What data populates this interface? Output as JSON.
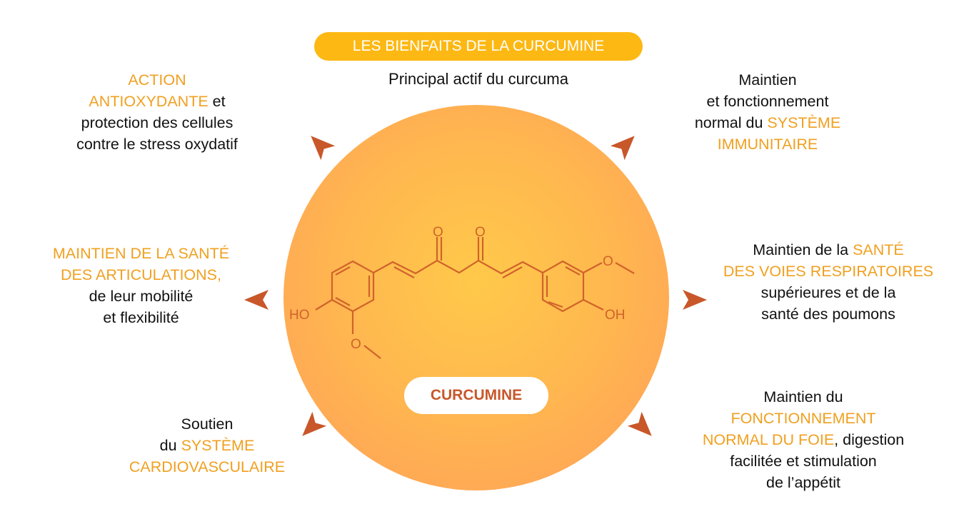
{
  "header": {
    "title": "LES BIENFAITS DE LA CURCUMINE",
    "subtitle": "Principal actif du curcuma"
  },
  "center": {
    "label": "CURCUMINE",
    "molecule_labels": {
      "o1": "O",
      "o2": "O",
      "ho_left": "HO",
      "oh_right": "OH",
      "ome_left": "O",
      "ome_right": "O"
    }
  },
  "colors": {
    "accent": "#f0a020",
    "banner": "#fdb813",
    "arrow": "#c8572a"
  },
  "benefits": {
    "top_left": {
      "l1": "ACTION",
      "l2a": "ANTIOXYDANTE",
      "l2b": " et",
      "l3": "protection des cellules",
      "l4": "contre le stress oxydatif"
    },
    "top_right": {
      "l1": "Maintien",
      "l2": "et fonctionnement",
      "l3a": "normal du ",
      "l3b": "SYSTÈME",
      "l4": "IMMUNITAIRE"
    },
    "mid_left": {
      "l1": "MAINTIEN DE LA SANTÉ",
      "l2": "DES ARTICULATIONS,",
      "l3": "de leur mobilité",
      "l4": "et flexibilité"
    },
    "mid_right": {
      "l1a": "Maintien de la ",
      "l1b": "SANTÉ",
      "l2": "DES VOIES RESPIRATOIRES",
      "l3": "supérieures et de la",
      "l4": "santé des poumons"
    },
    "bot_left": {
      "l1": "Soutien",
      "l2a": "du ",
      "l2b": "SYSTÈME",
      "l3": "CARDIOVASCULAIRE"
    },
    "bot_right": {
      "l1": "Maintien du",
      "l2": "FONCTIONNEMENT",
      "l3a": "NORMAL DU FOIE",
      "l3b": ", digestion",
      "l4": "facilitée et stimulation",
      "l5": "de l’appétit"
    }
  }
}
